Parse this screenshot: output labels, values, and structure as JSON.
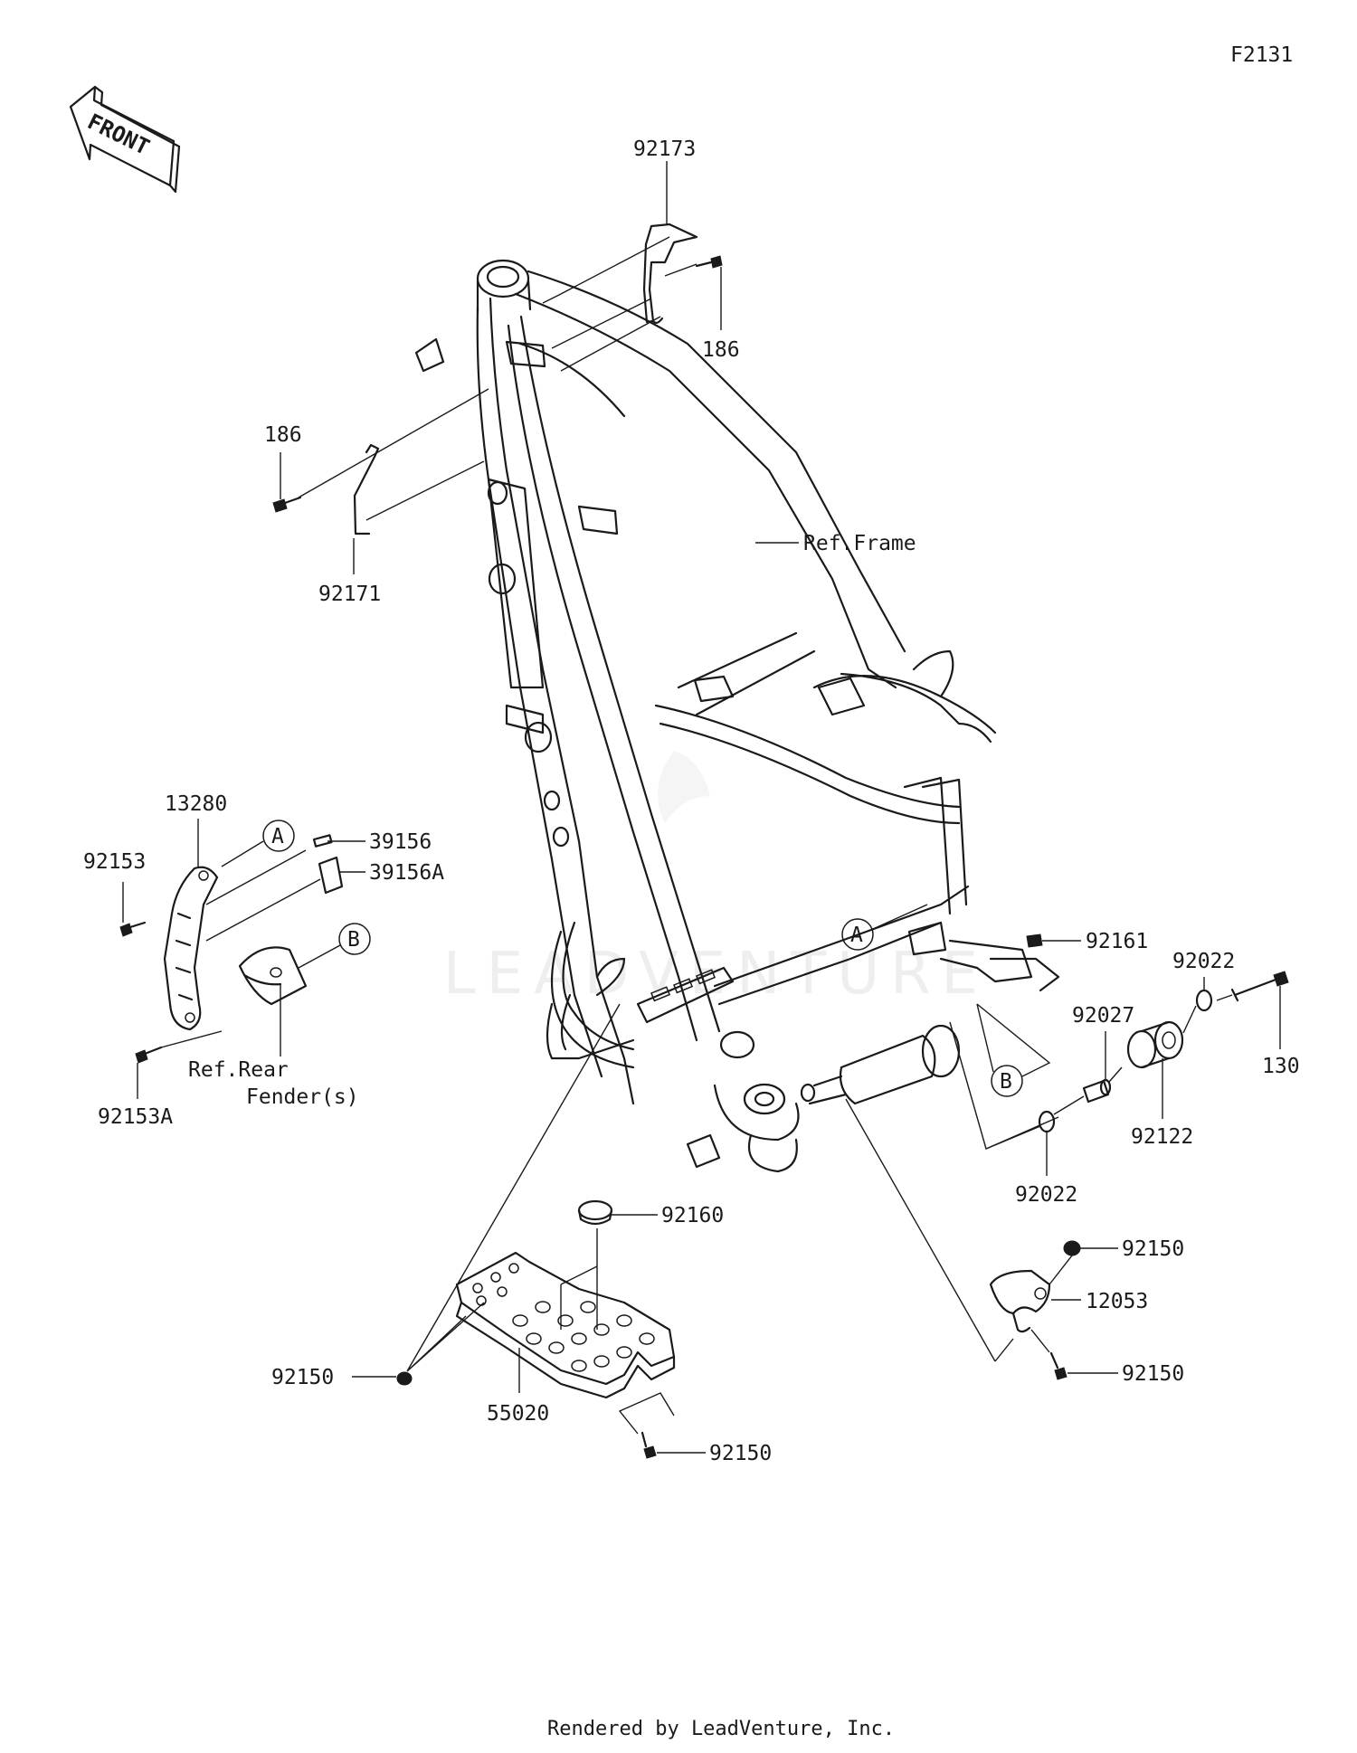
{
  "diagram_id": "F2131",
  "front_arrow_label": "FRONT",
  "watermark": "LEADVENTURE",
  "footer": "Rendered by LeadVenture, Inc.",
  "callouts": {
    "A": "A",
    "B": "B"
  },
  "labels": {
    "p92173": "92173",
    "p186_top": "186",
    "p186_left": "186",
    "p92171": "92171",
    "ref_frame": "Ref.Frame",
    "p13280": "13280",
    "p92153": "92153",
    "p39156": "39156",
    "p39156A": "39156A",
    "ref_rear_1": "Ref.Rear",
    "ref_rear_2": "Fender(s)",
    "p92153A": "92153A",
    "p92161": "92161",
    "p92022_top": "92022",
    "p92027": "92027",
    "p130": "130",
    "p92122": "92122",
    "p92022_bot": "92022",
    "p92160": "92160",
    "p92150_r1": "92150",
    "p12053": "12053",
    "p92150_r2": "92150",
    "p92150_left": "92150",
    "p55020": "55020",
    "p92150_bot": "92150"
  }
}
